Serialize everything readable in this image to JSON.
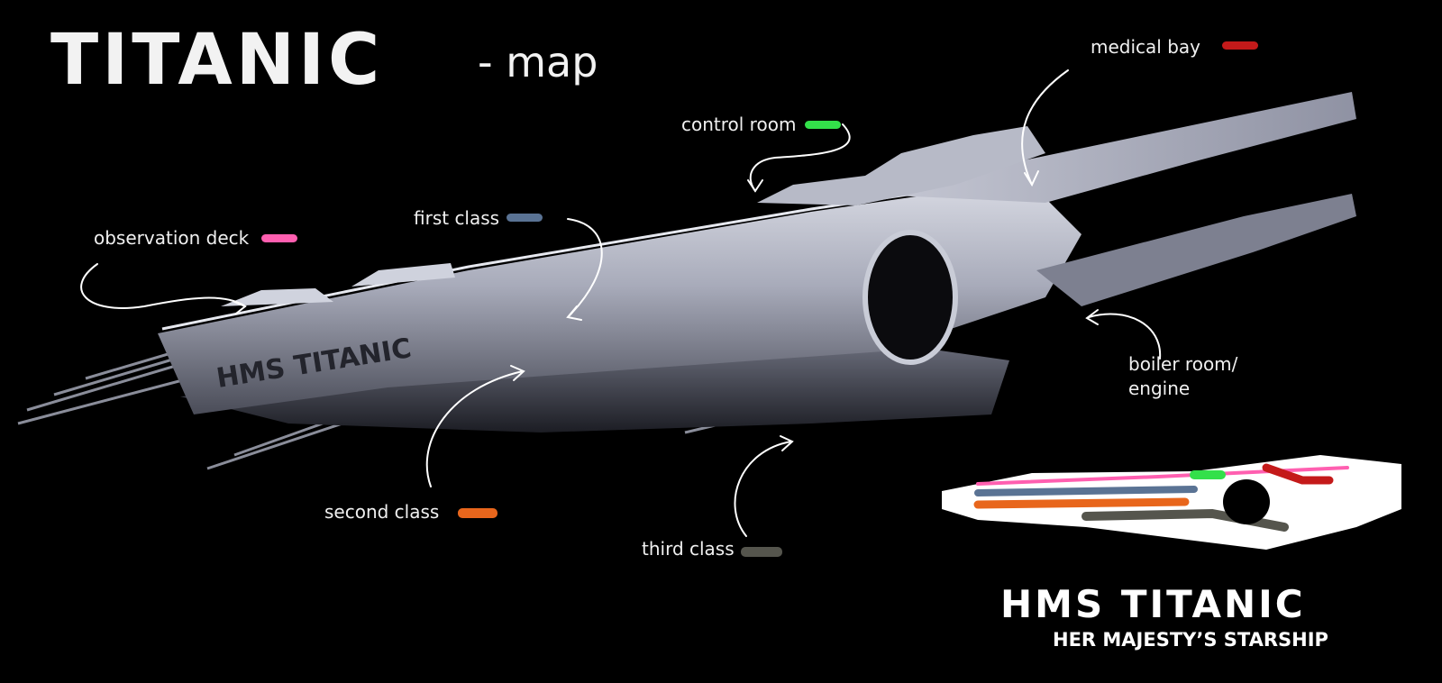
{
  "title": {
    "main": "TITANIC",
    "suffix": "- map"
  },
  "ship_hull_name": "HMS TITANIC",
  "legend": [
    {
      "id": "medical-bay",
      "label": "medical bay",
      "color": "#c41a1a"
    },
    {
      "id": "control-room",
      "label": "control room",
      "color": "#33e04a"
    },
    {
      "id": "first-class",
      "label": "first class",
      "color": "#5a7394"
    },
    {
      "id": "observation-deck",
      "label": "observation deck",
      "color": "#ff5fb0"
    },
    {
      "id": "boiler-room",
      "label_line1": "boiler room/",
      "label_line2": "engine"
    },
    {
      "id": "second-class",
      "label": "second class",
      "color": "#e8661c"
    },
    {
      "id": "third-class",
      "label": "third class",
      "color": "#55554d"
    }
  ],
  "brand": {
    "name": "HMS TITANIC",
    "tagline": "HER MAJESTY’S STARSHIP"
  }
}
